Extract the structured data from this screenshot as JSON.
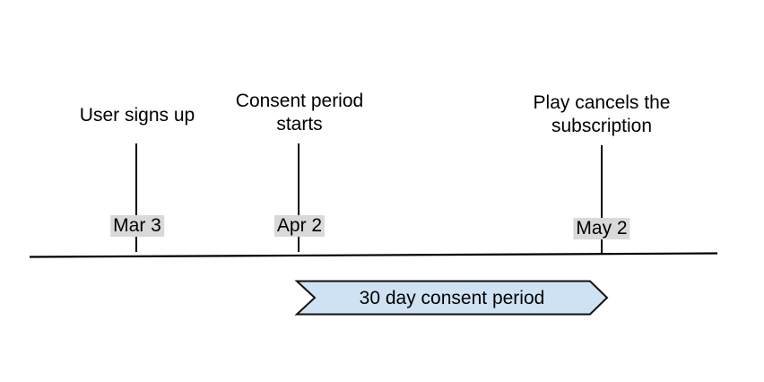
{
  "diagram": {
    "events": [
      {
        "title": "User signs up",
        "date": "Mar 3"
      },
      {
        "title": "Consent period\nstarts",
        "date": "Apr 2"
      },
      {
        "title": "Play cancels the\nsubscription",
        "date": "May 2"
      }
    ],
    "period_arrow": {
      "label": "30 day consent period"
    },
    "colors": {
      "arrow_fill": "#cfe2f3",
      "arrow_border": "#111111",
      "date_bg": "#d9d9d9",
      "line_color": "#000000",
      "text_color": "#000000",
      "background": "#ffffff"
    }
  }
}
